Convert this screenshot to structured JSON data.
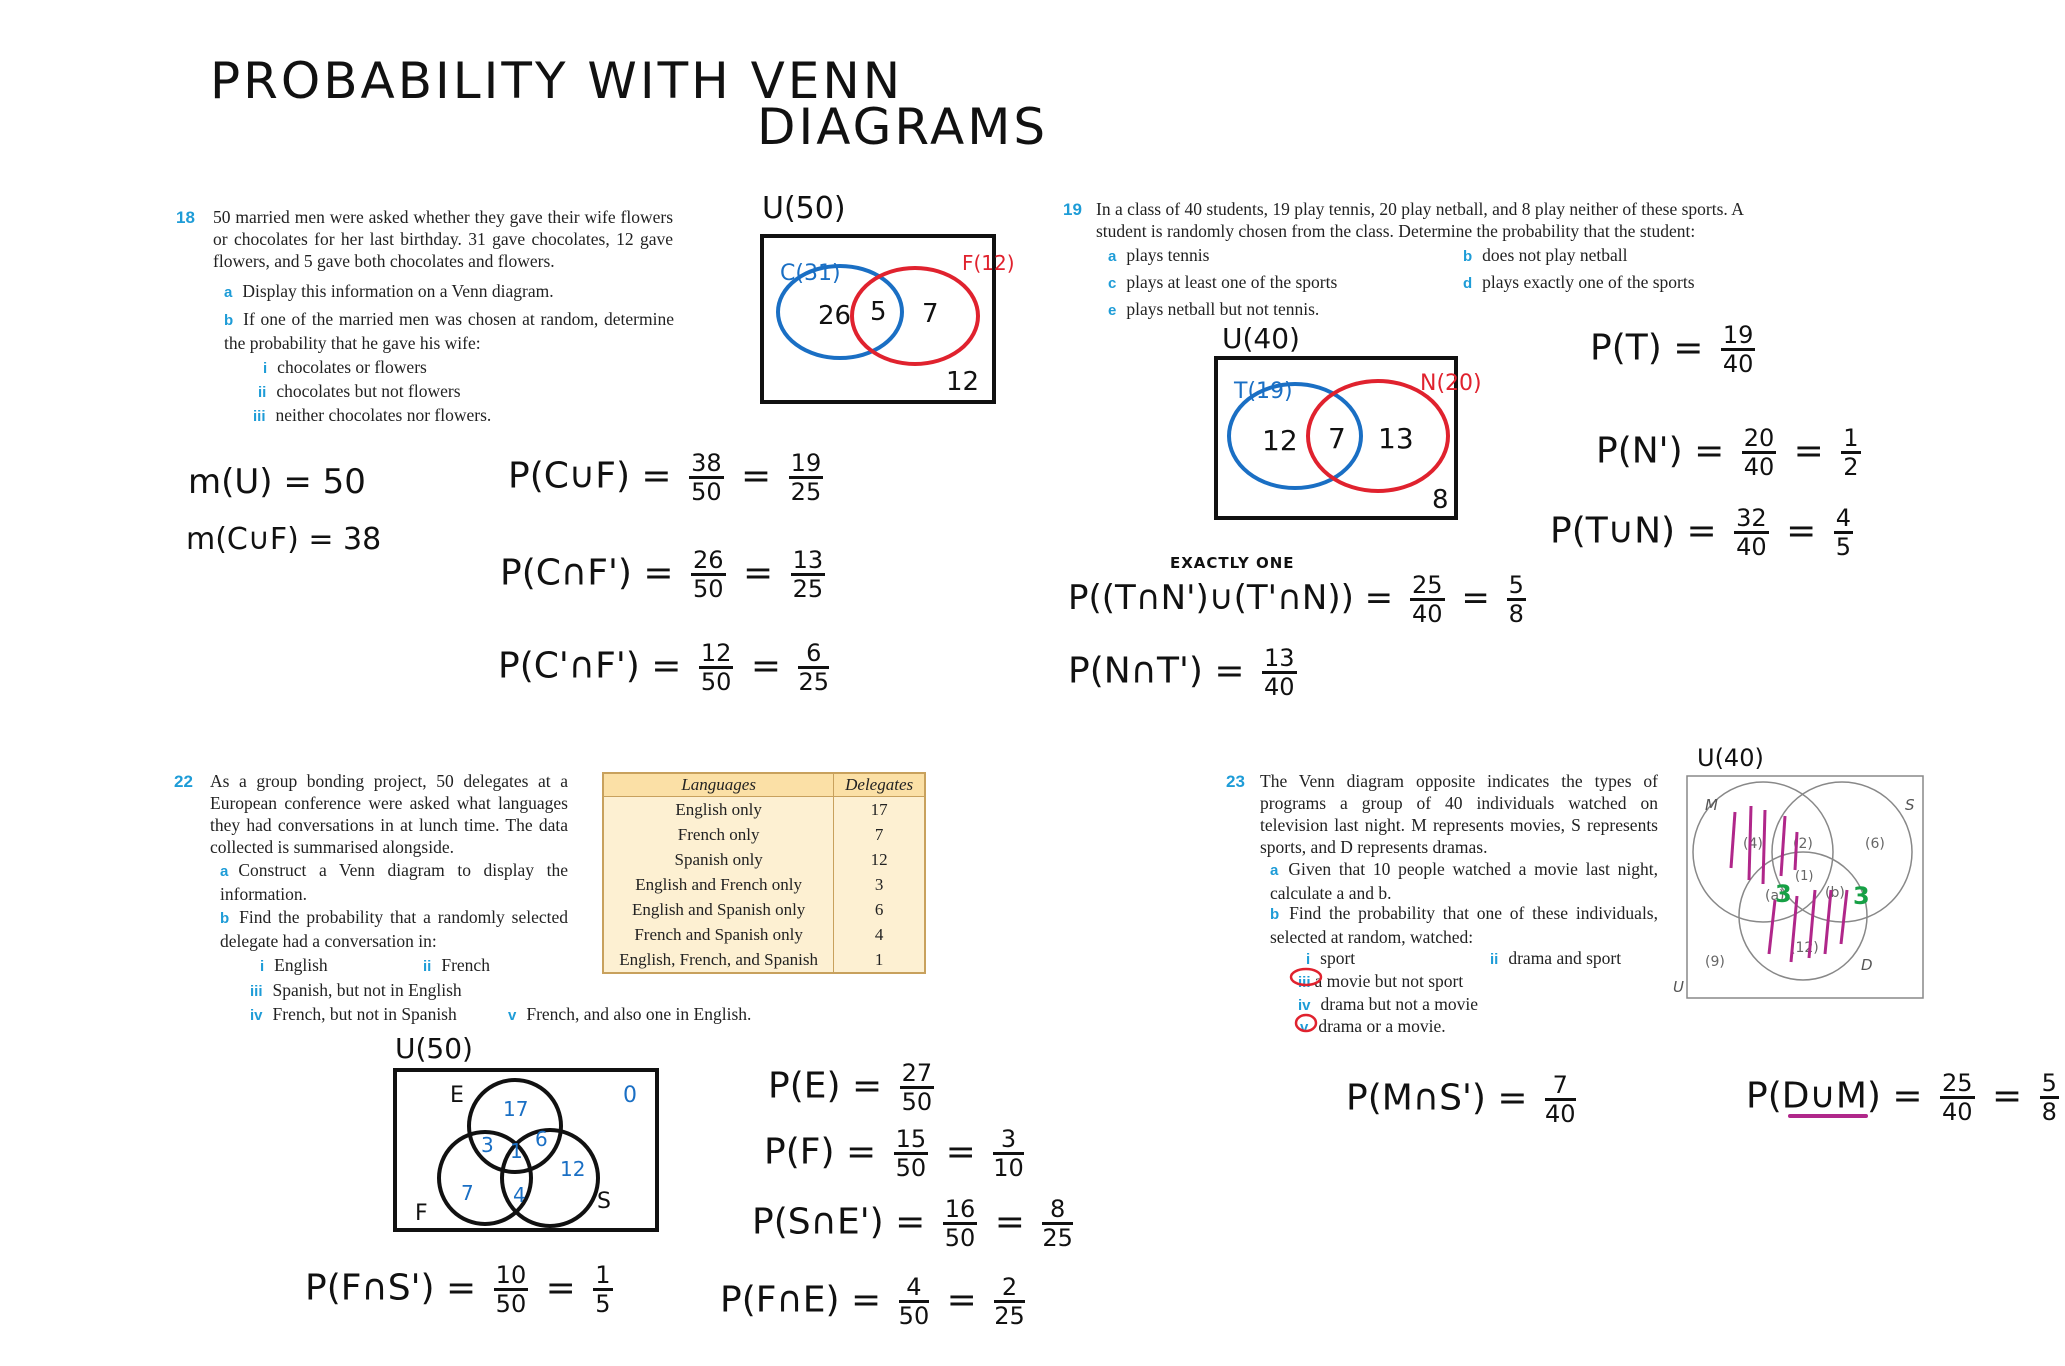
{
  "title": {
    "line1": "PROBABILITY  WITH  VENN",
    "line2": "DIAGRAMS"
  },
  "colors": {
    "blue": "#1a6fc4",
    "red": "#e0222e",
    "purple": "#b0278a",
    "green": "#16a045",
    "accent": "#1e9cd7"
  },
  "q18": {
    "num": "18",
    "text": "50 married men were asked whether they gave their wife flowers or chocolates for her last birthday. 31 gave chocolates, 12 gave flowers, and 5 gave both chocolates and flowers.",
    "a_label": "a",
    "a": "Display this information on a Venn diagram.",
    "b_label": "b",
    "b": "If one of the married men was chosen at random, determine the probability that he gave his wife:",
    "i_label": "i",
    "i": "chocolates or flowers",
    "ii_label": "ii",
    "ii": "chocolates but not flowers",
    "iii_label": "iii",
    "iii": "neither chocolates nor flowers.",
    "venn": {
      "universe": "U(50)",
      "c_label": "C(31)",
      "f_label": "F(12)",
      "c_only": "26",
      "both": "5",
      "f_only": "7",
      "outside": "12"
    },
    "work": {
      "mu": "m(U) = 50",
      "mcuf": "m(C∪F) = 38",
      "p1_lhs": "P(C∪F) =",
      "p1_n1": "38",
      "p1_d1": "50",
      "p1_n2": "19",
      "p1_d2": "25",
      "p2_lhs": "P(C∩F') =",
      "p2_n1": "26",
      "p2_d1": "50",
      "p2_n2": "13",
      "p2_d2": "25",
      "p3_lhs": "P(C'∩F') =",
      "p3_n1": "12",
      "p3_d1": "50",
      "p3_n2": "6",
      "p3_d2": "25"
    }
  },
  "q19": {
    "num": "19",
    "text_l1": "In a class of 40 students, 19 play tennis, 20 play netball, and 8 play neither of these sports. A",
    "text_l2": "student is randomly chosen from the class. Determine the probability that the student:",
    "a_label": "a",
    "a": "plays tennis",
    "b_label": "b",
    "b": "does not play netball",
    "c_label": "c",
    "c": "plays at least one of the sports",
    "d_label": "d",
    "d": "plays exactly one of the sports",
    "e_label": "e",
    "e": "plays netball but not tennis.",
    "venn": {
      "universe": "U(40)",
      "t_label": "T(19)",
      "n_label": "N(20)",
      "t_only": "12",
      "both": "7",
      "n_only": "13",
      "outside": "8"
    },
    "work": {
      "pt_lhs": "P(T) =",
      "pt_n": "19",
      "pt_d": "40",
      "pn_lhs": "P(N') =",
      "pn_n1": "20",
      "pn_d1": "40",
      "pn_n2": "1",
      "pn_d2": "2",
      "ptun_lhs": "P(T∪N) =",
      "ptun_n1": "32",
      "ptun_d1": "40",
      "ptun_n2": "4",
      "ptun_d2": "5",
      "exactly_note": "EXACTLY ONE",
      "pex_lhs": "P((T∩N')∪(T'∩N)) =",
      "pex_n1": "25",
      "pex_d1": "40",
      "pex_n2": "5",
      "pex_d2": "8",
      "pnt_lhs": "P(N∩T') =",
      "pnt_n": "13",
      "pnt_d": "40"
    }
  },
  "q22": {
    "num": "22",
    "text": "As a group bonding project, 50 delegates at a European conference were asked what languages they had conversations in at lunch time. The data collected is summarised alongside.",
    "a_label": "a",
    "a": "Construct a Venn diagram to display the information.",
    "b_label": "b",
    "b": "Find the probability that a randomly selected delegate had a conversation in:",
    "i_label": "i",
    "i": "English",
    "ii_label": "ii",
    "ii": "French",
    "iii_label": "iii",
    "iii": "Spanish, but not in English",
    "iv_label": "iv",
    "iv": "French, but not in Spanish",
    "v_label": "v",
    "v": "French, and also one in English.",
    "table": {
      "headers": [
        "Languages",
        "Delegates"
      ],
      "rows": [
        [
          "English only",
          "17"
        ],
        [
          "French only",
          "7"
        ],
        [
          "Spanish only",
          "12"
        ],
        [
          "English and French only",
          "3"
        ],
        [
          "English and Spanish only",
          "6"
        ],
        [
          "French and Spanish only",
          "4"
        ],
        [
          "English, French, and Spanish",
          "1"
        ]
      ]
    },
    "venn": {
      "universe": "U(50)",
      "e_label": "E",
      "f_label": "F",
      "s_label": "S",
      "outside": "0",
      "e_only": "17",
      "ef": "3",
      "es": "6",
      "efs": "1",
      "f_only": "7",
      "fs": "4",
      "s_only": "12"
    },
    "work": {
      "pe_lhs": "P(E) =",
      "pe_n": "27",
      "pe_d": "50",
      "pf_lhs": "P(F) =",
      "pf_n1": "15",
      "pf_d1": "50",
      "pf_n2": "3",
      "pf_d2": "10",
      "pse_lhs": "P(S∩E') =",
      "pse_n1": "16",
      "pse_d1": "50",
      "pse_n2": "8",
      "pse_d2": "25",
      "pfs_lhs": "P(F∩S') =",
      "pfs_n1": "10",
      "pfs_d1": "50",
      "pfs_n2": "1",
      "pfs_d2": "5",
      "pfe_lhs": "P(F∩E) =",
      "pfe_n1": "4",
      "pfe_d1": "50",
      "pfe_n2": "2",
      "pfe_d2": "25"
    }
  },
  "q23": {
    "num": "23",
    "text": "The Venn diagram opposite indicates the types of programs a group of 40 individuals watched on television last night. M represents movies, S represents sports, and D represents dramas.",
    "a_label": "a",
    "a": "Given that 10 people watched a movie last night, calculate a and b.",
    "b_label": "b",
    "b": "Find the probability that one of these individuals, selected at random, watched:",
    "i_label": "i",
    "i": "sport",
    "ii_label": "ii",
    "ii": "drama and sport",
    "iii_label": "iii",
    "iii": "a movie but not sport",
    "iv_label": "iv",
    "iv": "drama but not a movie",
    "v_label": "v",
    "v": "drama or a movie.",
    "venn": {
      "universe_hand": "U(40)",
      "u": "U",
      "m": "M",
      "s": "S",
      "d": "D",
      "m_only": "(4)",
      "ms": "(2)",
      "s_only": "(6)",
      "center": "(1)",
      "md": "(a)",
      "sd": "(b)",
      "d_only": "(12)",
      "outside": "(9)",
      "a_val": "3",
      "b_val": "3"
    },
    "work": {
      "pms_lhs": "P(M∩S') =",
      "pms_n": "7",
      "pms_d": "40",
      "pdm_lhs": "P(D∪M) =",
      "pdm_n1": "25",
      "pdm_d1": "40",
      "pdm_n2": "5",
      "pdm_d2": "8"
    }
  }
}
